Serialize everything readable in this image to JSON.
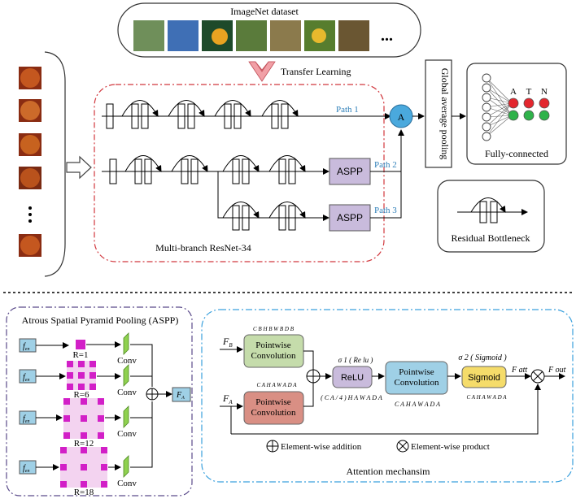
{
  "top": {
    "imagenet_label": "ImageNet dataset",
    "ellipsis": "...",
    "transfer_label": "Transfer Learning",
    "left_ellipsis": "...",
    "path1": "Path 1",
    "path2": "Path 2",
    "path3": "Path 3",
    "aspp_label": "ASPP",
    "a_label": "A",
    "resnet_label": "Multi-branch ResNet-34",
    "gap_label": "Global average pooling",
    "fc_label": "Fully-connected",
    "classes": [
      "A",
      "T",
      "N"
    ],
    "residual_label": "Residual Bottleneck"
  },
  "aspp_panel": {
    "title": "Atrous Spatial Pyramid Pooling (ASPP)",
    "inputs": [
      "f",
      "f",
      "f",
      "f"
    ],
    "input_sub": "en",
    "rates": [
      "R=1",
      "R=6",
      "R=12",
      "R=18"
    ],
    "conv": [
      "Conv",
      "Conv",
      "Conv",
      "Conv"
    ],
    "output": "F",
    "output_sub": "A"
  },
  "attention": {
    "title": "Attention mechansim",
    "fb": "F",
    "fb_sub": "B",
    "fa": "F",
    "fa_sub": "A",
    "pw1": "Pointwise Convolution",
    "pw2": "Pointwise Convolution",
    "pw3": "Pointwise Convolution",
    "relu": "ReLU",
    "sigmoid": "Sigmoid",
    "dim_b": "C B H B W B D B",
    "dim_a1": "C A H A W A D A",
    "sigma1": "σ 1 ( Re lu )",
    "dim_relu": "( C A / 4 ) H A W A D A",
    "dim_pw3": "C A H A W A D A",
    "sigma2": "σ 2 ( Sigmoid )",
    "dim_sig": "C A H A W A D A",
    "fatt": "F att",
    "fout": "F out",
    "legend_add": "Element-wise addition",
    "legend_prod": "Element-wise product"
  },
  "colors": {
    "aspp_fill": "#c9bbdc",
    "a_node": "#4aa9dd",
    "path_text": "#2e7fb8",
    "pw_green": "#c5dcab",
    "pw_red": "#d98f84",
    "relu": "#c9bbdc",
    "pw_blue": "#9fd0e6",
    "sigmoid": "#f5dc6a",
    "magenta": "#d21fc7",
    "conv_green": "#8fd14f"
  }
}
